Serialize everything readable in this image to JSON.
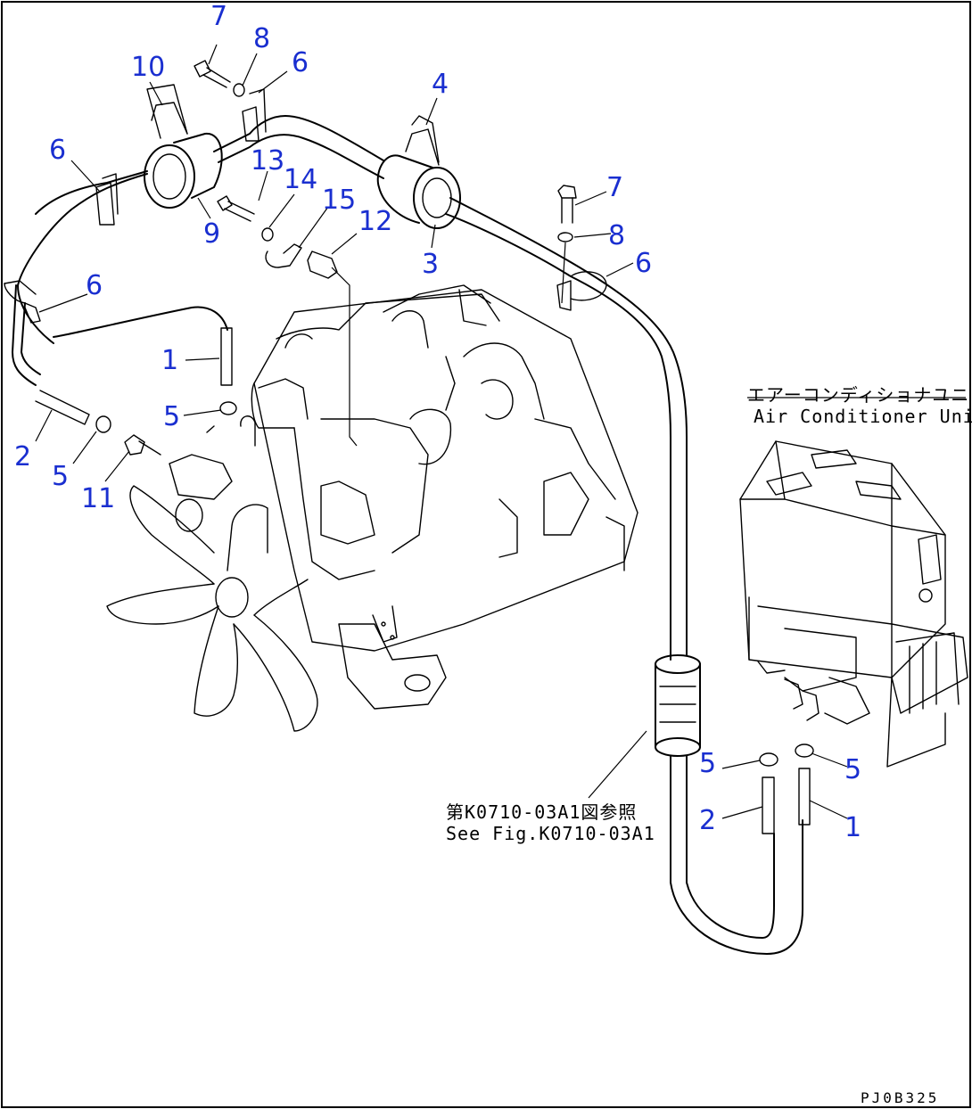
{
  "diagram": {
    "labels": {
      "l7a": "7",
      "l8a": "8",
      "l10": "10",
      "l6a": "6",
      "l4": "4",
      "l6b": "6",
      "l13": "13",
      "l14": "14",
      "l15": "15",
      "l12": "12",
      "l9": "9",
      "l3": "3",
      "l7b": "7",
      "l8b": "8",
      "l6c": "6",
      "l6d": "6",
      "l1a": "1",
      "l5a": "5",
      "l2a": "2",
      "l5b": "5",
      "l11": "11",
      "l5c": "5",
      "l5d": "5",
      "l2b": "2",
      "l1b": "1"
    },
    "unit_label_jp": "エアーコンディショナユニット",
    "unit_label_en": "Air Conditioner Unit",
    "ref_note_jp": "第K0710-03A1図参照",
    "ref_note_en": "See Fig.K0710-03A1",
    "drawing_code": "PJ0B325",
    "colors": {
      "label": "#1a2fd0",
      "line": "#000000",
      "background": "#ffffff"
    }
  }
}
